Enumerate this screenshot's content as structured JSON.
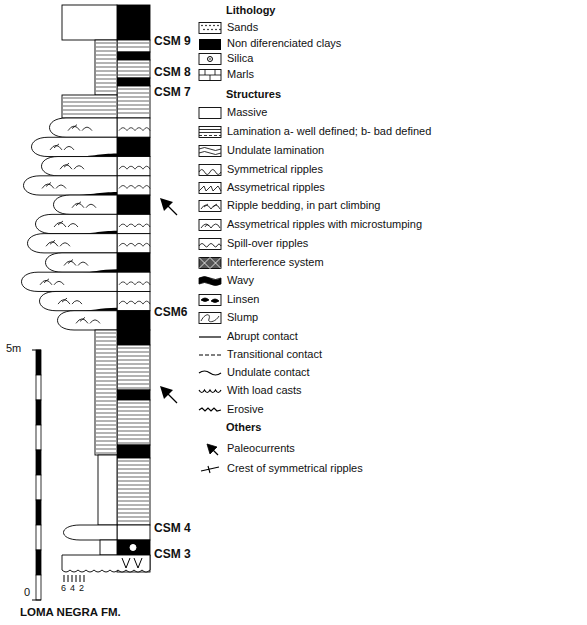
{
  "diagram": {
    "labels": [
      "CSM 9",
      "CSM 8",
      "CSM 7",
      "CSM6",
      "CSM 4",
      "CSM 3",
      "5m",
      "0",
      "6",
      "4",
      "2",
      "LOMA NEGRA FM.",
      "Lithology",
      "Structures",
      "Others"
    ],
    "legend": [
      {
        "text": "Sands"
      },
      {
        "text": "Non diferenciated clays",
        "color": "#000000"
      },
      {
        "text": "Silica"
      },
      {
        "text": "Marls"
      },
      {
        "text": "Massive"
      },
      {
        "text": "Lamination a- well defined; b- bad defined"
      },
      {
        "text": "Undulate lamination"
      },
      {
        "text": "Symmetrical ripples"
      },
      {
        "text": "Assymetrical ripples"
      },
      {
        "text": "Ripple bedding, in part climbing"
      },
      {
        "text": "Assymetrical ripples with microstumping"
      },
      {
        "text": "Spill-over ripples"
      },
      {
        "text": "Interference system"
      },
      {
        "text": "Wavy"
      },
      {
        "text": "Linsen"
      },
      {
        "text": "Slump"
      },
      {
        "text": "Abrupt contact"
      },
      {
        "text": "Transitional contact"
      },
      {
        "text": "Undulate contact"
      },
      {
        "text": "With load casts"
      },
      {
        "text": "Erosive"
      },
      {
        "text": "Paleocurrents"
      },
      {
        "text": "Crest of symmetrical ripples"
      }
    ]
  }
}
